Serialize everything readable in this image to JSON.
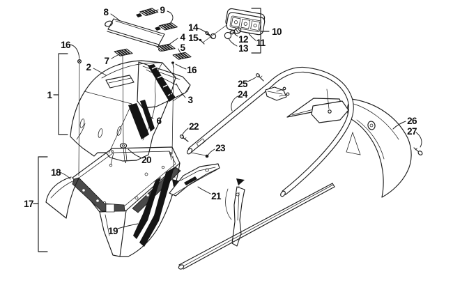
{
  "diagram": {
    "background": "#ffffff",
    "line_color": "#1c1c1c",
    "accent_fill": "#141414"
  },
  "callouts": {
    "c1": {
      "label": "1"
    },
    "c2": {
      "label": "2"
    },
    "c3": {
      "label": "3"
    },
    "c4": {
      "label": "4"
    },
    "c5": {
      "label": "5"
    },
    "c6": {
      "label": "6"
    },
    "c7": {
      "label": "7"
    },
    "c8": {
      "label": "8"
    },
    "c9": {
      "label": "9"
    },
    "c10": {
      "label": "10"
    },
    "c11": {
      "label": "11"
    },
    "c12": {
      "label": "12"
    },
    "c13": {
      "label": "13"
    },
    "c14": {
      "label": "14"
    },
    "c15": {
      "label": "15"
    },
    "c16a": {
      "label": "16"
    },
    "c16b": {
      "label": "16"
    },
    "c17": {
      "label": "17"
    },
    "c18": {
      "label": "18"
    },
    "c19": {
      "label": "19"
    },
    "c20": {
      "label": "20"
    },
    "c21": {
      "label": "21"
    },
    "c22": {
      "label": "22"
    },
    "c23": {
      "label": "23"
    },
    "c24": {
      "label": "24"
    },
    "c25": {
      "label": "25"
    },
    "c26": {
      "label": "26"
    },
    "c27": {
      "label": "27"
    }
  }
}
